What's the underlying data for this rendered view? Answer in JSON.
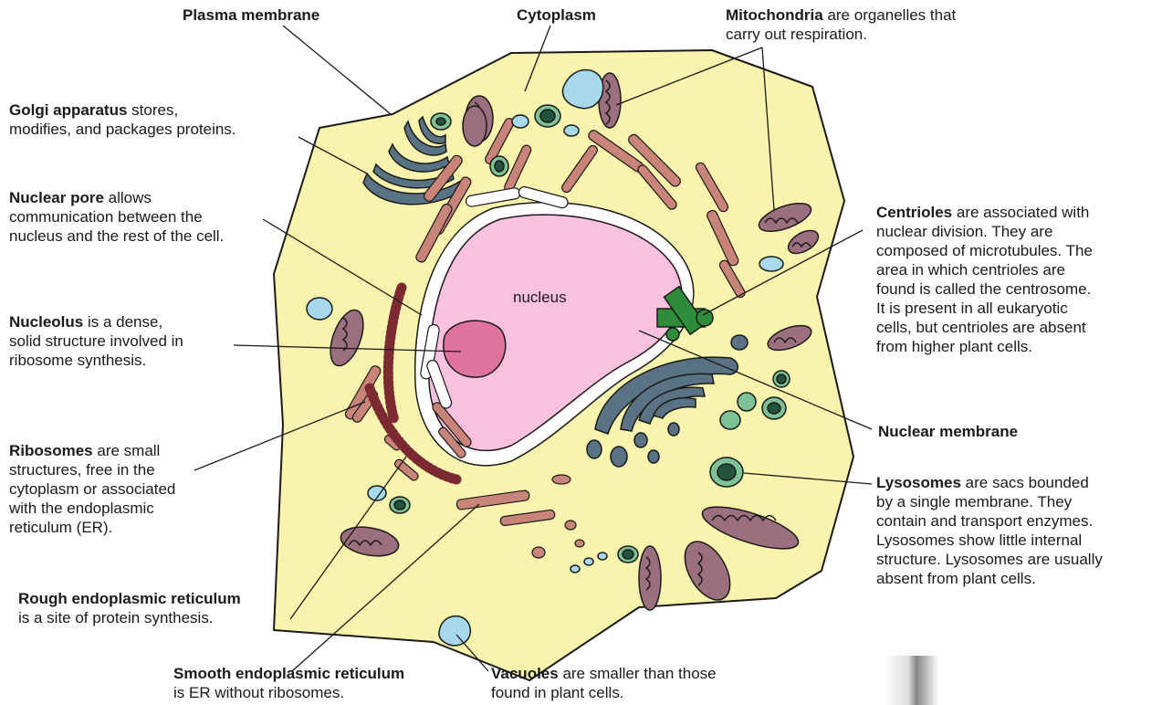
{
  "center_label": "nucleus",
  "labels": {
    "plasma_membrane": {
      "title": "Plasma membrane",
      "text": ""
    },
    "cytoplasm": {
      "title": "Cytoplasm",
      "text": ""
    },
    "mitochondria": {
      "title": "Mitochondria",
      "text": " are organelles that",
      "line2": "carry out respiration."
    },
    "golgi": {
      "title": "Golgi apparatus",
      "text": " stores,",
      "line2": "modifies, and packages proteins."
    },
    "nuclear_pore": {
      "title": "Nuclear pore",
      "text": " allows",
      "line2": "communication between the",
      "line3": "nucleus and the rest of the cell."
    },
    "nucleolus": {
      "title": "Nucleolus",
      "text": " is a dense,",
      "line2": "solid structure involved in",
      "line3": "ribosome synthesis."
    },
    "ribosomes": {
      "title": "Ribosomes",
      "text": " are small",
      "line2": "structures, free in the",
      "line3": "cytoplasm or associated",
      "line4": "with the endoplasmic",
      "line5": "reticulum (ER)."
    },
    "rough_er": {
      "title": "Rough endoplasmic reticulum",
      "line2": "is a site of protein synthesis."
    },
    "smooth_er": {
      "title": "Smooth endoplasmic reticulum",
      "line2": "is ER without ribosomes."
    },
    "vacuoles": {
      "title": "Vacuoles",
      "text": " are smaller than those",
      "line2": "found in plant cells."
    },
    "centrioles": {
      "title": "Centrioles",
      "text": " are associated with",
      "line2": "nuclear division. They are",
      "line3": "composed of microtubules. The",
      "line4": "area in which centrioles are",
      "line5": "found is called the centrosome.",
      "line6": "It is present in all eukaryotic",
      "line7": "cells, but centrioles are absent",
      "line8": "from higher plant cells."
    },
    "nuclear_membrane": {
      "title": "Nuclear membrane"
    },
    "lysosomes": {
      "title": "Lysosomes",
      "text": " are sacs bounded",
      "line2": "by a single membrane. They",
      "line3": "contain and transport enzymes.",
      "line4": "Lysosomes show little internal",
      "line5": "structure. Lysosomes are usually",
      "line6": "absent from plant cells."
    }
  },
  "colors": {
    "cytoplasm": "#f8f3ad",
    "nucleus": "#f9c0df",
    "nucleolus": "#df739d",
    "golgi": "#5a7384",
    "er": "#c9847a",
    "mitochondria": "#9c6f7f",
    "vacuole": "#a8d8ec",
    "lysosome_outer": "#7cc295",
    "lysosome_inner": "#24533e",
    "centriole": "#2f8d3a",
    "ribosome": "#7a2a30"
  }
}
